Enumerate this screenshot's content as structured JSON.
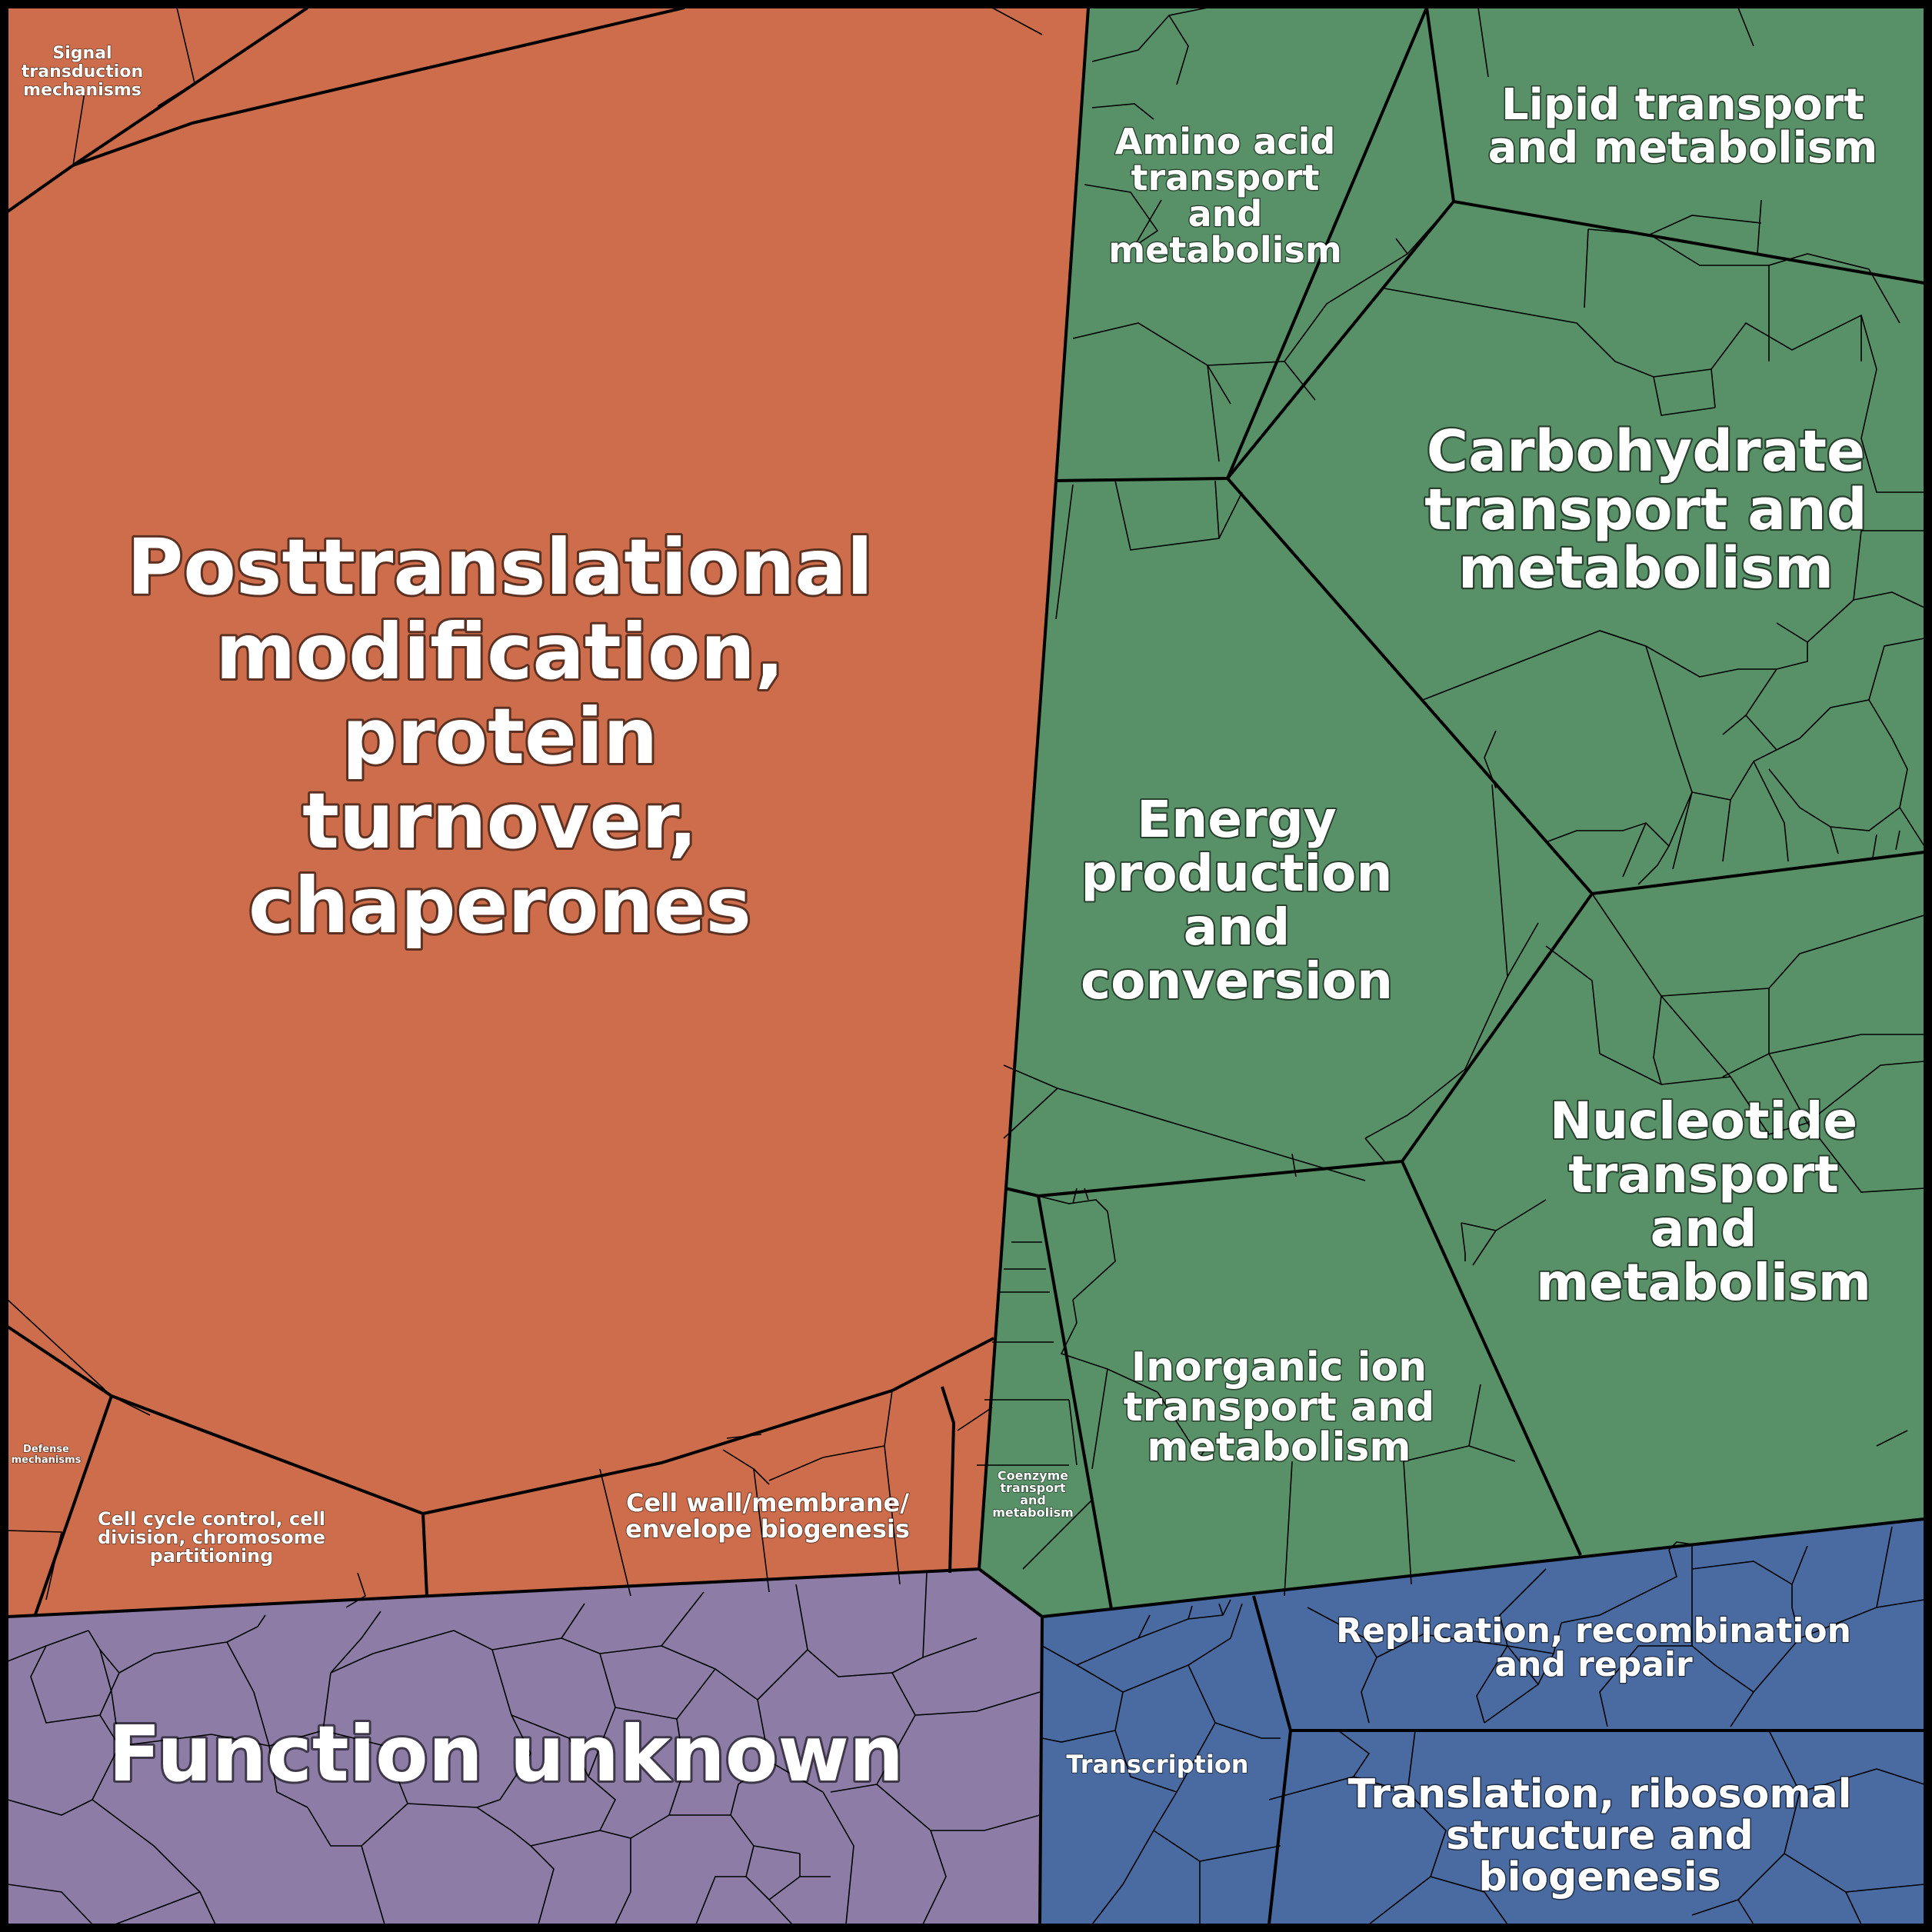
{
  "colors": {
    "orange": "#CD6D4B",
    "green": "#589167",
    "purple": "#8D7DA6",
    "blue": "#4A6BA1"
  },
  "categories": [
    {
      "id": "posttranslational",
      "group": "orange",
      "label": [
        "Posttranslational",
        "modification,",
        "protein",
        "turnover,",
        "chaperones"
      ]
    },
    {
      "id": "signal",
      "group": "orange",
      "label": [
        "Signal",
        "transduction",
        "mechanisms"
      ]
    },
    {
      "id": "defense",
      "group": "orange",
      "label": [
        "Defense",
        "mechanisms"
      ]
    },
    {
      "id": "cellcycle",
      "group": "orange",
      "label": [
        "Cell cycle control, cell",
        "division, chromosome",
        "partitioning"
      ]
    },
    {
      "id": "cellwall",
      "group": "orange",
      "label": [
        "Cell wall/membrane/",
        "envelope biogenesis"
      ]
    },
    {
      "id": "aminoacid",
      "group": "green",
      "label": [
        "Amino acid",
        "transport",
        "and",
        "metabolism"
      ]
    },
    {
      "id": "lipid",
      "group": "green",
      "label": [
        "Lipid transport",
        "and metabolism"
      ]
    },
    {
      "id": "carbohydrate",
      "group": "green",
      "label": [
        "Carbohydrate",
        "transport and",
        "metabolism"
      ]
    },
    {
      "id": "energy",
      "group": "green",
      "label": [
        "Energy",
        "production",
        "and",
        "conversion"
      ]
    },
    {
      "id": "nucleotide",
      "group": "green",
      "label": [
        "Nucleotide",
        "transport",
        "and",
        "metabolism"
      ]
    },
    {
      "id": "inorganic",
      "group": "green",
      "label": [
        "Inorganic ion",
        "transport and",
        "metabolism"
      ]
    },
    {
      "id": "coenzyme",
      "group": "green",
      "label": [
        "Coenzyme",
        "transport",
        "and",
        "metabolism"
      ]
    },
    {
      "id": "function",
      "group": "purple",
      "label": [
        "Function unknown"
      ]
    },
    {
      "id": "transcription",
      "group": "blue",
      "label": [
        "Transcription"
      ]
    },
    {
      "id": "replication",
      "group": "blue",
      "label": [
        "Replication, recombination",
        "and repair"
      ]
    },
    {
      "id": "translation",
      "group": "blue",
      "label": [
        "Translation, ribosomal",
        "structure and",
        "biogenesis"
      ]
    }
  ]
}
